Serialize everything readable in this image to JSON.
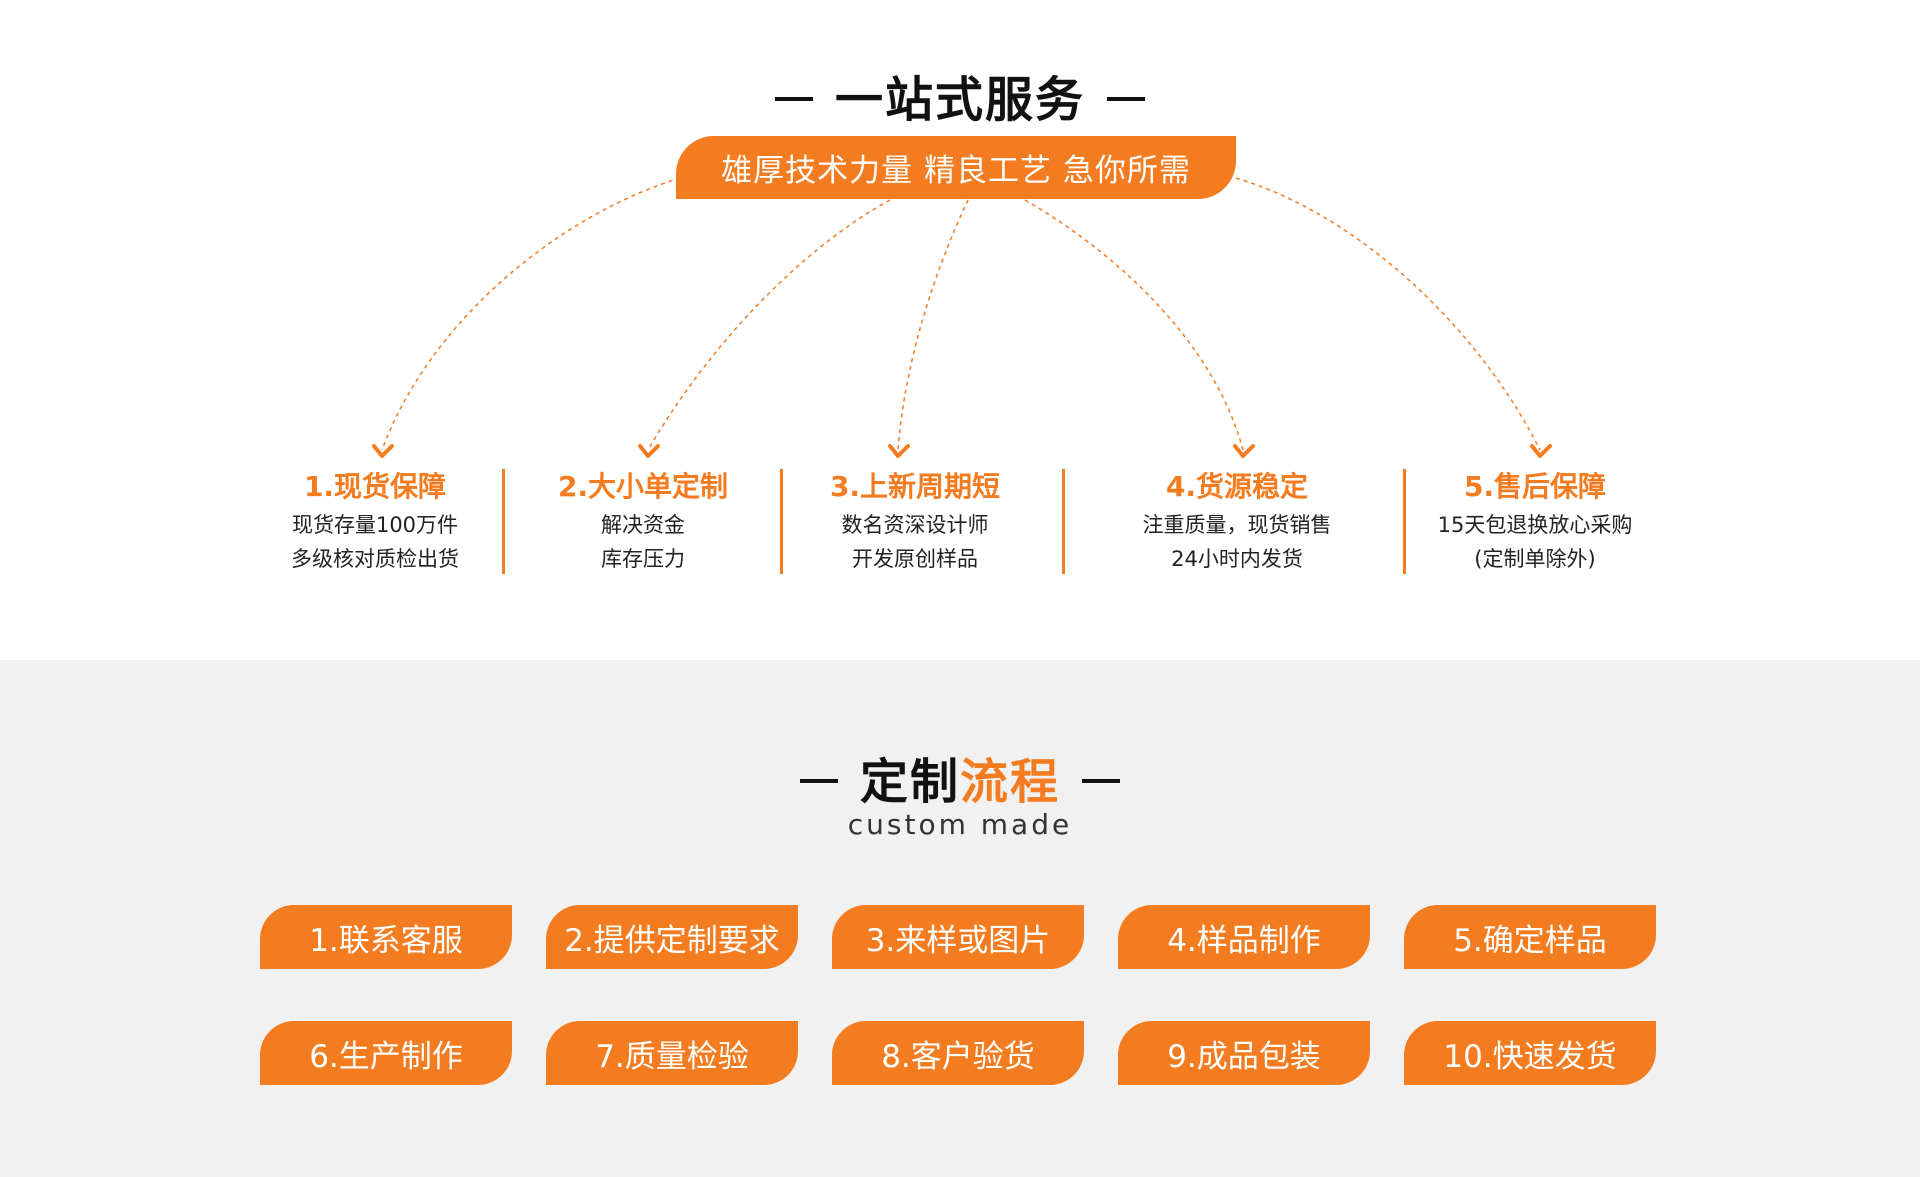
{
  "service": {
    "title": "一站式服务",
    "tagline": "雄厚技术力量  精良工艺  急你所需",
    "features": [
      {
        "title": "1.现货保障",
        "line1": "现货存量100万件",
        "line2": "多级核对质检出货"
      },
      {
        "title": "2.大小单定制",
        "line1": "解决资金",
        "line2": "库存压力"
      },
      {
        "title": "3.上新周期短",
        "line1": "数名资深设计师",
        "line2": "开发原创样品"
      },
      {
        "title": "4.货源稳定",
        "line1": "注重质量，现货销售",
        "line2": "24小时内发货"
      },
      {
        "title": "5.售后保障",
        "line1": "15天包退换放心采购",
        "line2": "(定制单除外)"
      }
    ]
  },
  "process": {
    "title_part1": "定制",
    "title_part2": "流程",
    "subtitle": "custom made",
    "steps": [
      "1.联系客服",
      "2.提供定制要求",
      "3.来样或图片",
      "4.样品制作",
      "5.确定样品",
      "6.生产制作",
      "7.质量检验",
      "8.客户验货",
      "9.成品包装",
      "10.快速发货"
    ]
  },
  "colors": {
    "accent": "#f47c20",
    "background_bottom": "#f1f1f1",
    "heading": "#111111"
  }
}
